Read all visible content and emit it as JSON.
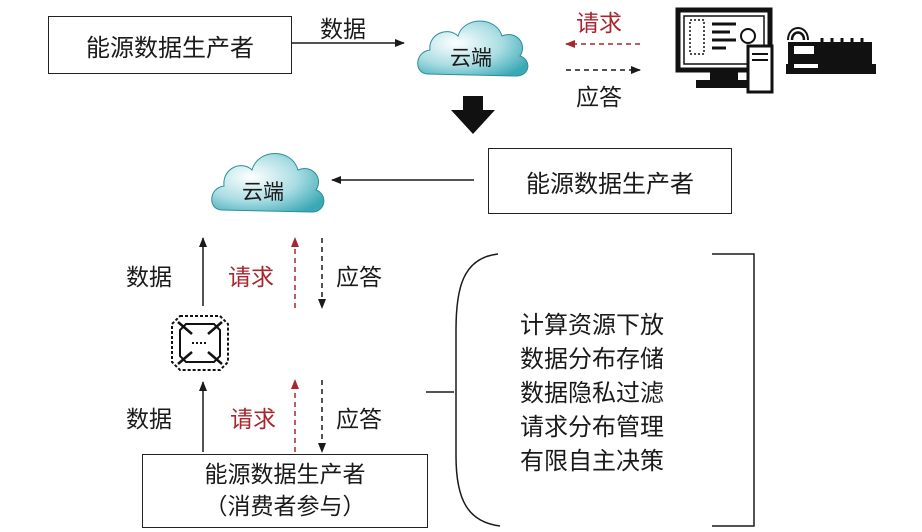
{
  "producer_label": "能源数据生产者",
  "cloud_label": "云端",
  "data_label": "数据",
  "request_label": "请求",
  "response_label": "应答",
  "prosumer": {
    "line1": "能源数据生产者",
    "line2": "（消费者参与）"
  },
  "edge_functions": [
    "计算资源下放",
    "数据分布存储",
    "数据隐私过滤",
    "请求分布管理",
    "有限自主决策"
  ],
  "colors": {
    "request": "#a8272f",
    "cloud_fill": "#5bbfc9",
    "line": "#1a1a1a"
  },
  "icons": [
    "cloud-icon",
    "computer-icon",
    "router-icon",
    "edge-device-icon",
    "down-arrow-icon"
  ]
}
